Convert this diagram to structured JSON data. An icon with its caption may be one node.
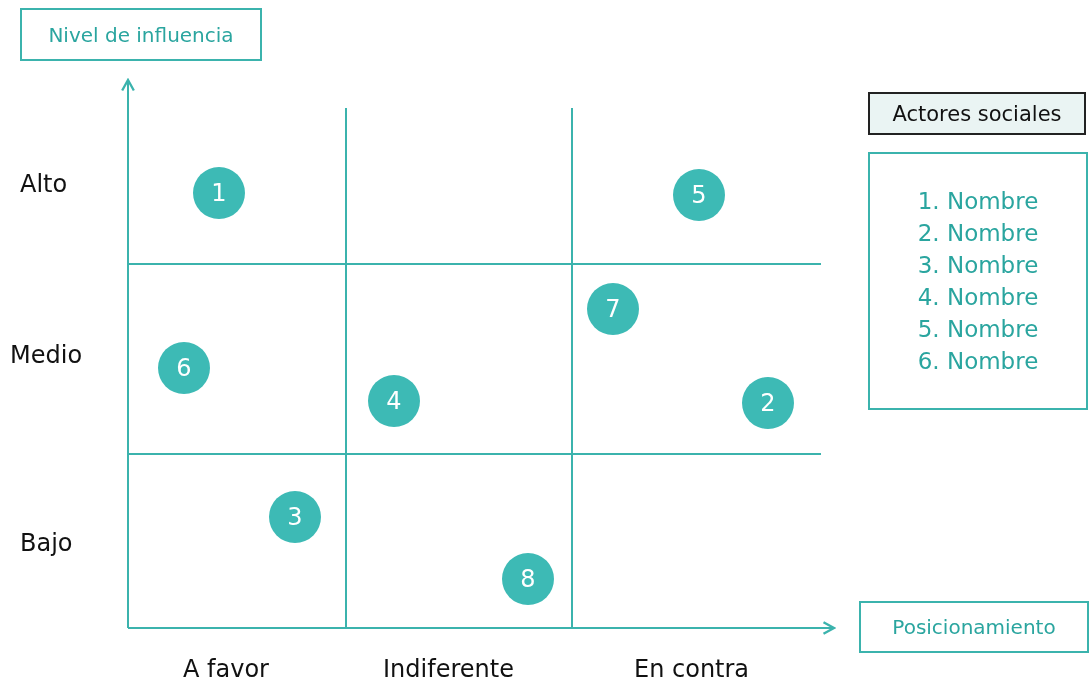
{
  "diagram": {
    "nodes": [
      {
        "text": [
          "Nivel de influencia"
        ]
      },
      {
        "text": [
          "Actores sociales"
        ]
      },
      {
        "text": [
          "1"
        ]
      },
      {
        "text": [
          "5"
        ]
      },
      {
        "text": [
          "1. Nombre",
          "2. Nombre",
          "3. Nombre",
          "4. Nombre",
          "5. Nombre",
          "6. Nombre"
        ]
      },
      {
        "text": [
          "7"
        ]
      },
      {
        "text": [
          "6"
        ]
      },
      {
        "text": [
          "4"
        ]
      },
      {
        "text": [
          "2"
        ]
      },
      {
        "text": [
          "3"
        ]
      },
      {
        "text": [
          "8"
        ]
      },
      {
        "text": [
          "Posicionamiento"
        ]
      }
    ],
    "labels": [
      "Alto",
      "Medio",
      "Bajo",
      "A favor",
      "Indiferente",
      "En contra"
    ]
  }
}
